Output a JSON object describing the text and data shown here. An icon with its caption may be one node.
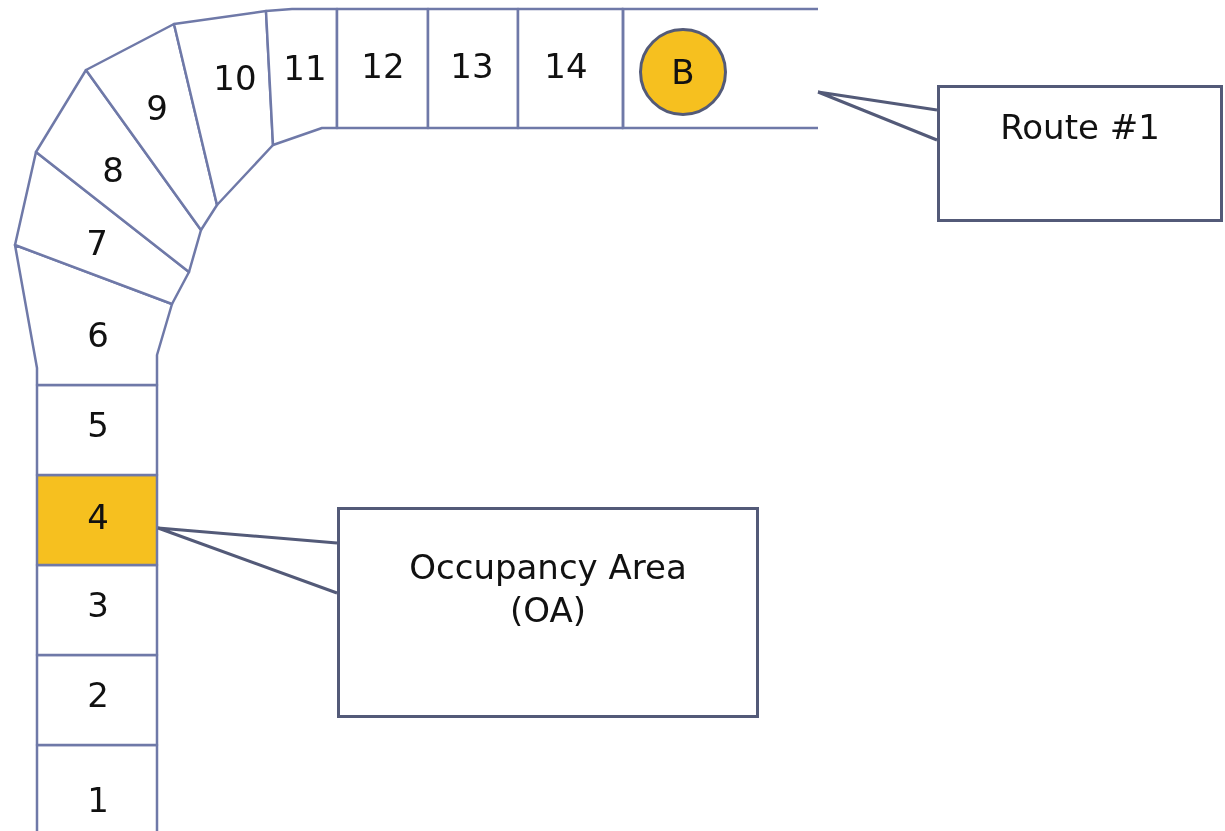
{
  "diagram": {
    "nodes": [
      {
        "text": [
          "1"
        ]
      },
      {
        "text": [
          "2"
        ]
      },
      {
        "text": [
          "3"
        ]
      },
      {
        "text": [
          "4"
        ]
      },
      {
        "text": [
          "5"
        ]
      },
      {
        "text": [
          "6"
        ]
      },
      {
        "text": [
          "7"
        ]
      },
      {
        "text": [
          "8"
        ]
      },
      {
        "text": [
          "9"
        ]
      },
      {
        "text": [
          "10"
        ]
      },
      {
        "text": [
          "11"
        ]
      },
      {
        "text": [
          "12"
        ]
      },
      {
        "text": [
          "13"
        ]
      },
      {
        "text": [
          "14"
        ]
      },
      {
        "text": [],
        "shape": "box"
      },
      {
        "text": [
          "B"
        ],
        "in": 14
      },
      {
        "text": [
          "Route #1"
        ]
      },
      {
        "text": [
          "Occupancy Area (OA)"
        ]
      }
    ],
    "edges": [
      {
        "from": 16,
        "to": 14,
        "arrow": "none"
      },
      {
        "from": 17,
        "to": 3,
        "arrow": "none"
      }
    ]
  }
}
